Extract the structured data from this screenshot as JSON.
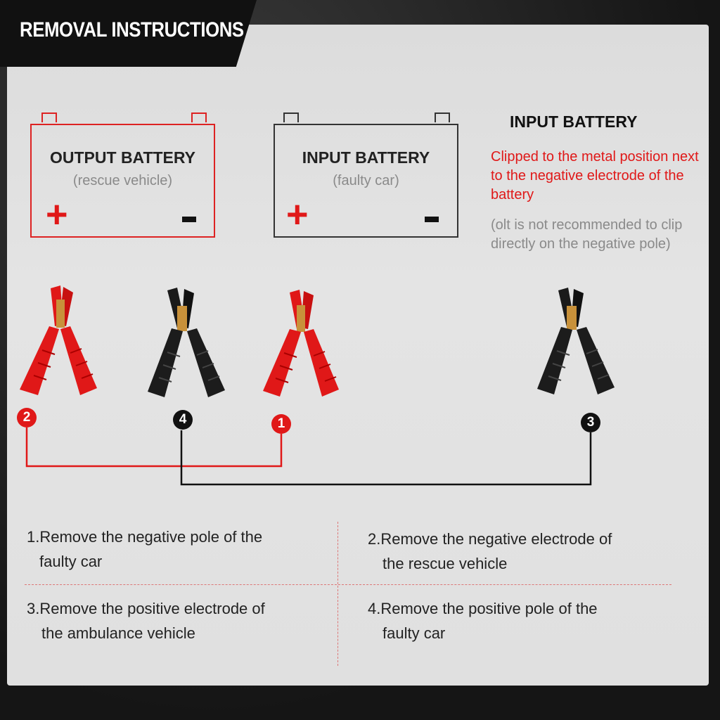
{
  "header": {
    "title": "REMOVAL INSTRUCTIONS"
  },
  "batteries": {
    "output": {
      "title": "OUTPUT BATTERY",
      "subtitle": "(rescue vehicle)",
      "plus": "+",
      "minus": "-"
    },
    "input": {
      "title": "INPUT BATTERY",
      "subtitle": "(faulty car)",
      "plus": "+",
      "minus": "-"
    }
  },
  "side_note": {
    "title": "INPUT BATTERY",
    "red_text": "Clipped to the metal position next to the negative electrode of the battery",
    "gray_text": "(olt is not recommended to clip directly on the negative pole)"
  },
  "clamps": [
    {
      "name": "red-clamp-output",
      "color": "red",
      "badge": "2"
    },
    {
      "name": "black-clamp-output",
      "color": "black",
      "badge": "4"
    },
    {
      "name": "red-clamp-input",
      "color": "red",
      "badge": "1"
    },
    {
      "name": "black-clamp-input",
      "color": "black",
      "badge": "3"
    }
  ],
  "steps": [
    {
      "number": "1.",
      "line1": "Remove the negative pole of the",
      "line2": "faulty car"
    },
    {
      "number": "2.",
      "line1": "Remove the negative electrode of",
      "line2": "the rescue vehicle"
    },
    {
      "number": "3.",
      "line1": "Remove the positive electrode of",
      "line2": "the ambulance vehicle"
    },
    {
      "number": "4.",
      "line1": "Remove the positive pole of the",
      "line2": "faulty car"
    }
  ],
  "colors": {
    "red": "#e01818",
    "black": "#111111",
    "copper": "#c8913a"
  }
}
